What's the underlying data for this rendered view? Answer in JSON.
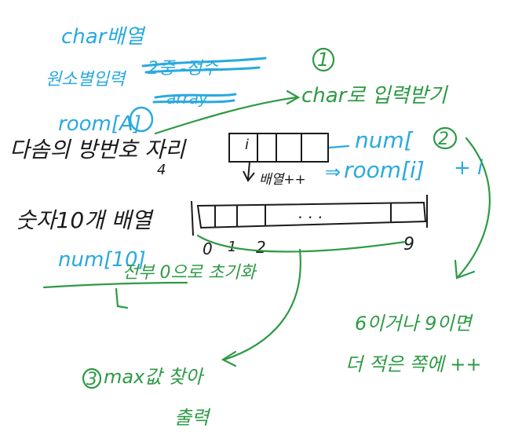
{
  "colors": {
    "background": "#ffffff",
    "black_ink": "#1a1a1a",
    "blue_ink": "#29a9e0",
    "green_ink": "#2e9a45"
  },
  "notes": {
    "char_array": "char배열",
    "per_element": "원소별입력",
    "crossed_lines": [
      "2중 -정수",
      "array"
    ],
    "room_label": "room[A]",
    "room_letter_box": "A",
    "title_line": "다솜의 방번호 자리",
    "digit_under": "4",
    "circled_one": "1",
    "char_input": "char로 입력받기",
    "array_plus": "배열++",
    "arrow_glyph": "⇒",
    "num_label": "num[",
    "room_index": "room[i]",
    "plus_i": "+ i",
    "circled_two": "2",
    "count_array": "숫자10개 배열",
    "num10": "num[10]",
    "init_zero": "전부 0으로 초기화",
    "six_or_nine": "6이거나 9이면",
    "six_or_nine_2": "더 적은 쪽에 ++",
    "circled_three": "3",
    "max_find": "max값 찾아",
    "output": "출력",
    "small_cell_dot": "i",
    "big_array_dots": ". . .",
    "idx_0": "0",
    "idx_1": "1",
    "idx_2": "2",
    "idx_9": "9"
  }
}
